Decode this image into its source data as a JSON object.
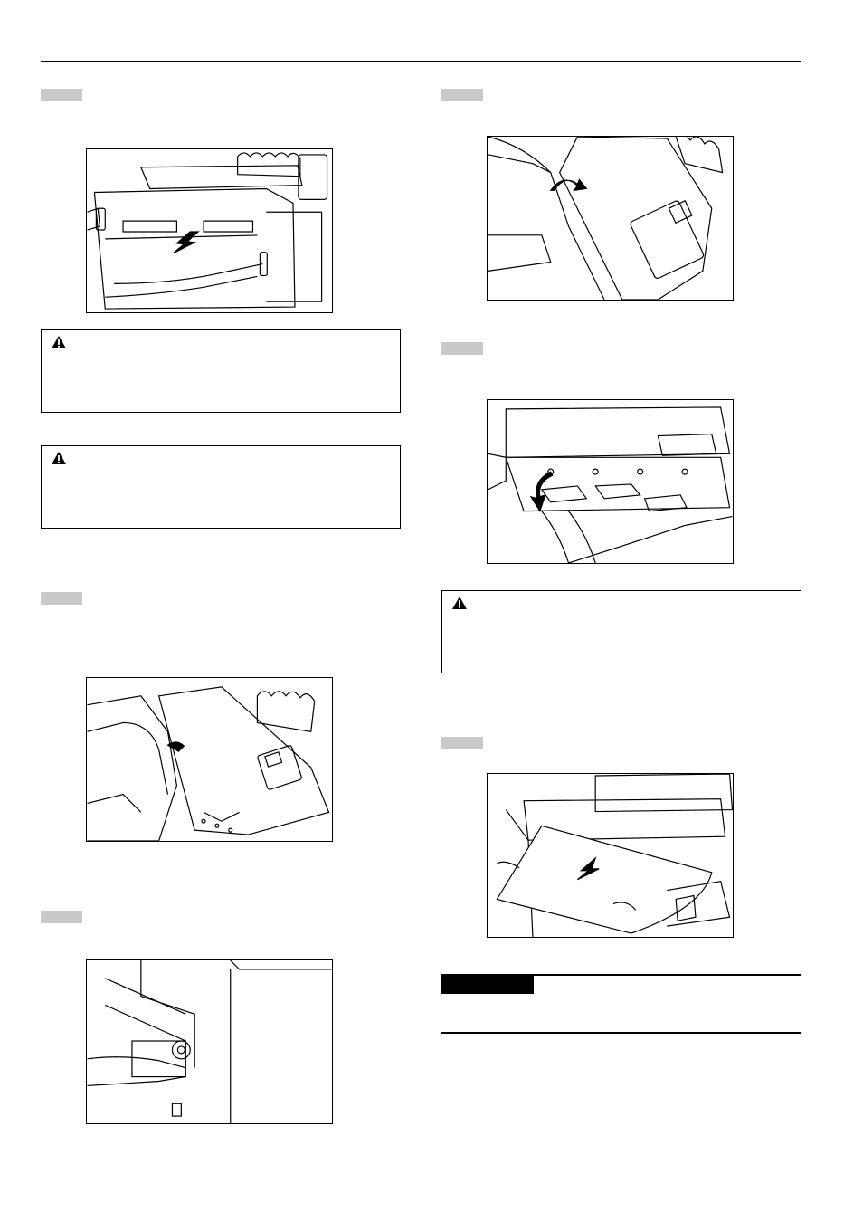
{
  "steps": [
    {
      "id": "step-left-1",
      "label": "",
      "caption": ""
    },
    {
      "id": "step-left-2",
      "label": "",
      "caption": ""
    },
    {
      "id": "step-left-3",
      "label": "",
      "caption": ""
    },
    {
      "id": "step-right-1",
      "label": "",
      "caption": ""
    },
    {
      "id": "step-right-2",
      "label": "",
      "caption": ""
    },
    {
      "id": "step-right-3",
      "label": "",
      "caption": ""
    }
  ],
  "warnings": [
    {
      "icon": "warning-triangle-icon",
      "text": ""
    },
    {
      "icon": "warning-triangle-icon",
      "text": ""
    },
    {
      "icon": "warning-triangle-icon",
      "text": ""
    }
  ],
  "note": {
    "label": "",
    "text": ""
  },
  "figures": [
    {
      "icon": "pull-front-cover-illustration"
    },
    {
      "icon": "open-upper-unit-illustration"
    },
    {
      "icon": "turn-knob-illustration"
    },
    {
      "icon": "lift-guide-illustration"
    },
    {
      "icon": "lower-guide-plate-illustration"
    },
    {
      "icon": "remove-jammed-paper-illustration"
    }
  ]
}
